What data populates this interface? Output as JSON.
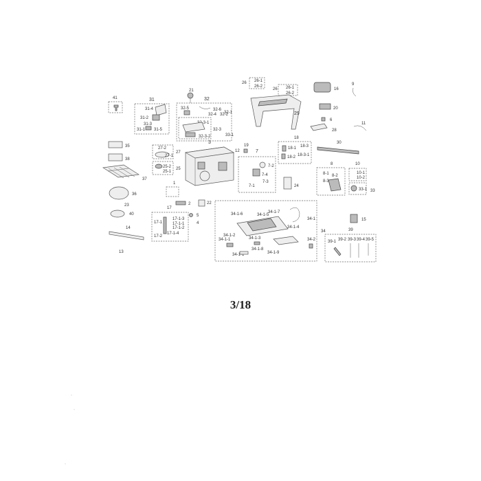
{
  "page": {
    "page_number": "3/18"
  },
  "labels": {
    "p41": "41",
    "p31": "31",
    "p31_4": "31-4",
    "p31_2": "31-2",
    "p31_3": "31-3",
    "p31_1": "31-1",
    "p31_5": "31-5",
    "p21": "21",
    "p32": "32",
    "p32_5": "32-5",
    "p32_6": "32-6",
    "p32_1": "32-1",
    "p32_4": "32-4",
    "p32_2": "32-2",
    "p32_3": "32-3",
    "p32_3_1": "32-3-1",
    "p32_3_2": "32-3-2",
    "p33_1": "33-1",
    "p26a": "26",
    "p26_1a": "26-1",
    "p26_2a": "26-2",
    "p26b": "26",
    "p26_1b": "26-1",
    "p26_2b": "26-2",
    "p29": "29",
    "p16": "16",
    "p9": "9",
    "p20": "20",
    "p6": "6",
    "p28": "28",
    "p11": "11",
    "p35": "35",
    "p38": "38",
    "p37": "37",
    "p27": "27",
    "p27_2": "27-2",
    "p27_1": "27-1",
    "p25": "25",
    "p25_2": "25-2",
    "p25_1": "25-1",
    "p3": "3",
    "p12": "12",
    "p19": "19",
    "p7": "7",
    "p7_2": "7-2",
    "p7_4": "7-4",
    "p7_1": "7-1",
    "p7_3": "7-3",
    "p18": "18",
    "p18_1": "18-1",
    "p18_2": "18-2",
    "p18_3": "18-3",
    "p18_3_1": "18-3-1",
    "p30": "30",
    "p24": "24",
    "p8": "8",
    "p8_1": "8-1",
    "p8_2": "8-2",
    "p8_3": "8-3",
    "p10": "10",
    "p10_1": "10-1",
    "p10_2": "10-2",
    "p33": "33",
    "p33_1b": "33-1",
    "p36": "36",
    "p1": "1",
    "p2": "2",
    "p22": "22",
    "p23": "23",
    "p40": "40",
    "p17": "17",
    "p17_1": "17-1",
    "p17_1_3": "17-1-3",
    "p17_1_1": "17-1-1",
    "p17_2": "17-2",
    "p17_1_2": "17-1-2",
    "p17_1_4": "17-1-4",
    "p5": "5",
    "p4": "4",
    "p14": "14",
    "p13": "13",
    "p34": "34",
    "p34_1": "34-1",
    "p34_1_6": "34-1-6",
    "p34_1_7": "34-1-7",
    "p34_1_5": "34-1-5",
    "p34_1_4": "34-1-4",
    "p34_1_2": "34-1-2",
    "p34_1_1": "34-1-1",
    "p34_1_3": "34-1-3",
    "p34_1_8": "34-1-8",
    "p34_1_9": "34-1-9",
    "p34_2": "34-2",
    "p15": "15",
    "p39": "39",
    "p39_1": "39-1",
    "p39_2": "39-2",
    "p39_3": "39-3",
    "p39_4": "39-4",
    "p39_5": "39-5"
  }
}
